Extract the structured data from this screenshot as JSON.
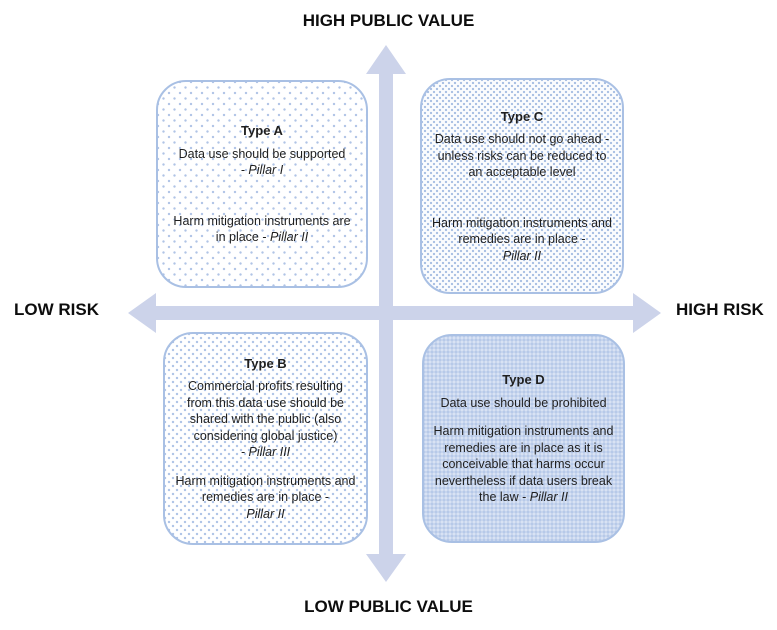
{
  "axes": {
    "top": "HIGH PUBLIC VALUE",
    "bottom": "LOW PUBLIC VALUE",
    "left": "LOW RISK",
    "right": "HIGH RISK"
  },
  "colors": {
    "arrow": "#ccd3ea",
    "box_border": "#a9c0e4",
    "type_d_fill": "#c7d5ed",
    "dot_pattern": "#aec3e6",
    "text": "#1f1f1f"
  },
  "boxes": {
    "a": {
      "title": "Type A",
      "p1": "Data use should be supported",
      "p1_pillar": "- Pillar I",
      "p2": "Harm mitigation instruments are in place - ",
      "p2_pillar": "Pillar II"
    },
    "c": {
      "title": "Type C",
      "p1": "Data use should not go ahead - unless risks can be reduced to an acceptable level",
      "p2": "Harm mitigation instruments and remedies are in place -",
      "p2_pillar": "Pillar II"
    },
    "b": {
      "title": "Type B",
      "p1": "Commercial profits resulting from this data use should be shared with the public (also considering global justice)",
      "p1_pillar": "- Pillar III",
      "p2": "Harm mitigation instruments and remedies are in place -",
      "p2_pillar": "Pillar II"
    },
    "d": {
      "title": "Type D",
      "p1": "Data use should be prohibited",
      "p2": "Harm mitigation instruments and remedies are in place as it is conceivable that harms occur nevertheless if data users break the law - ",
      "p2_pillar": "Pillar II"
    }
  }
}
